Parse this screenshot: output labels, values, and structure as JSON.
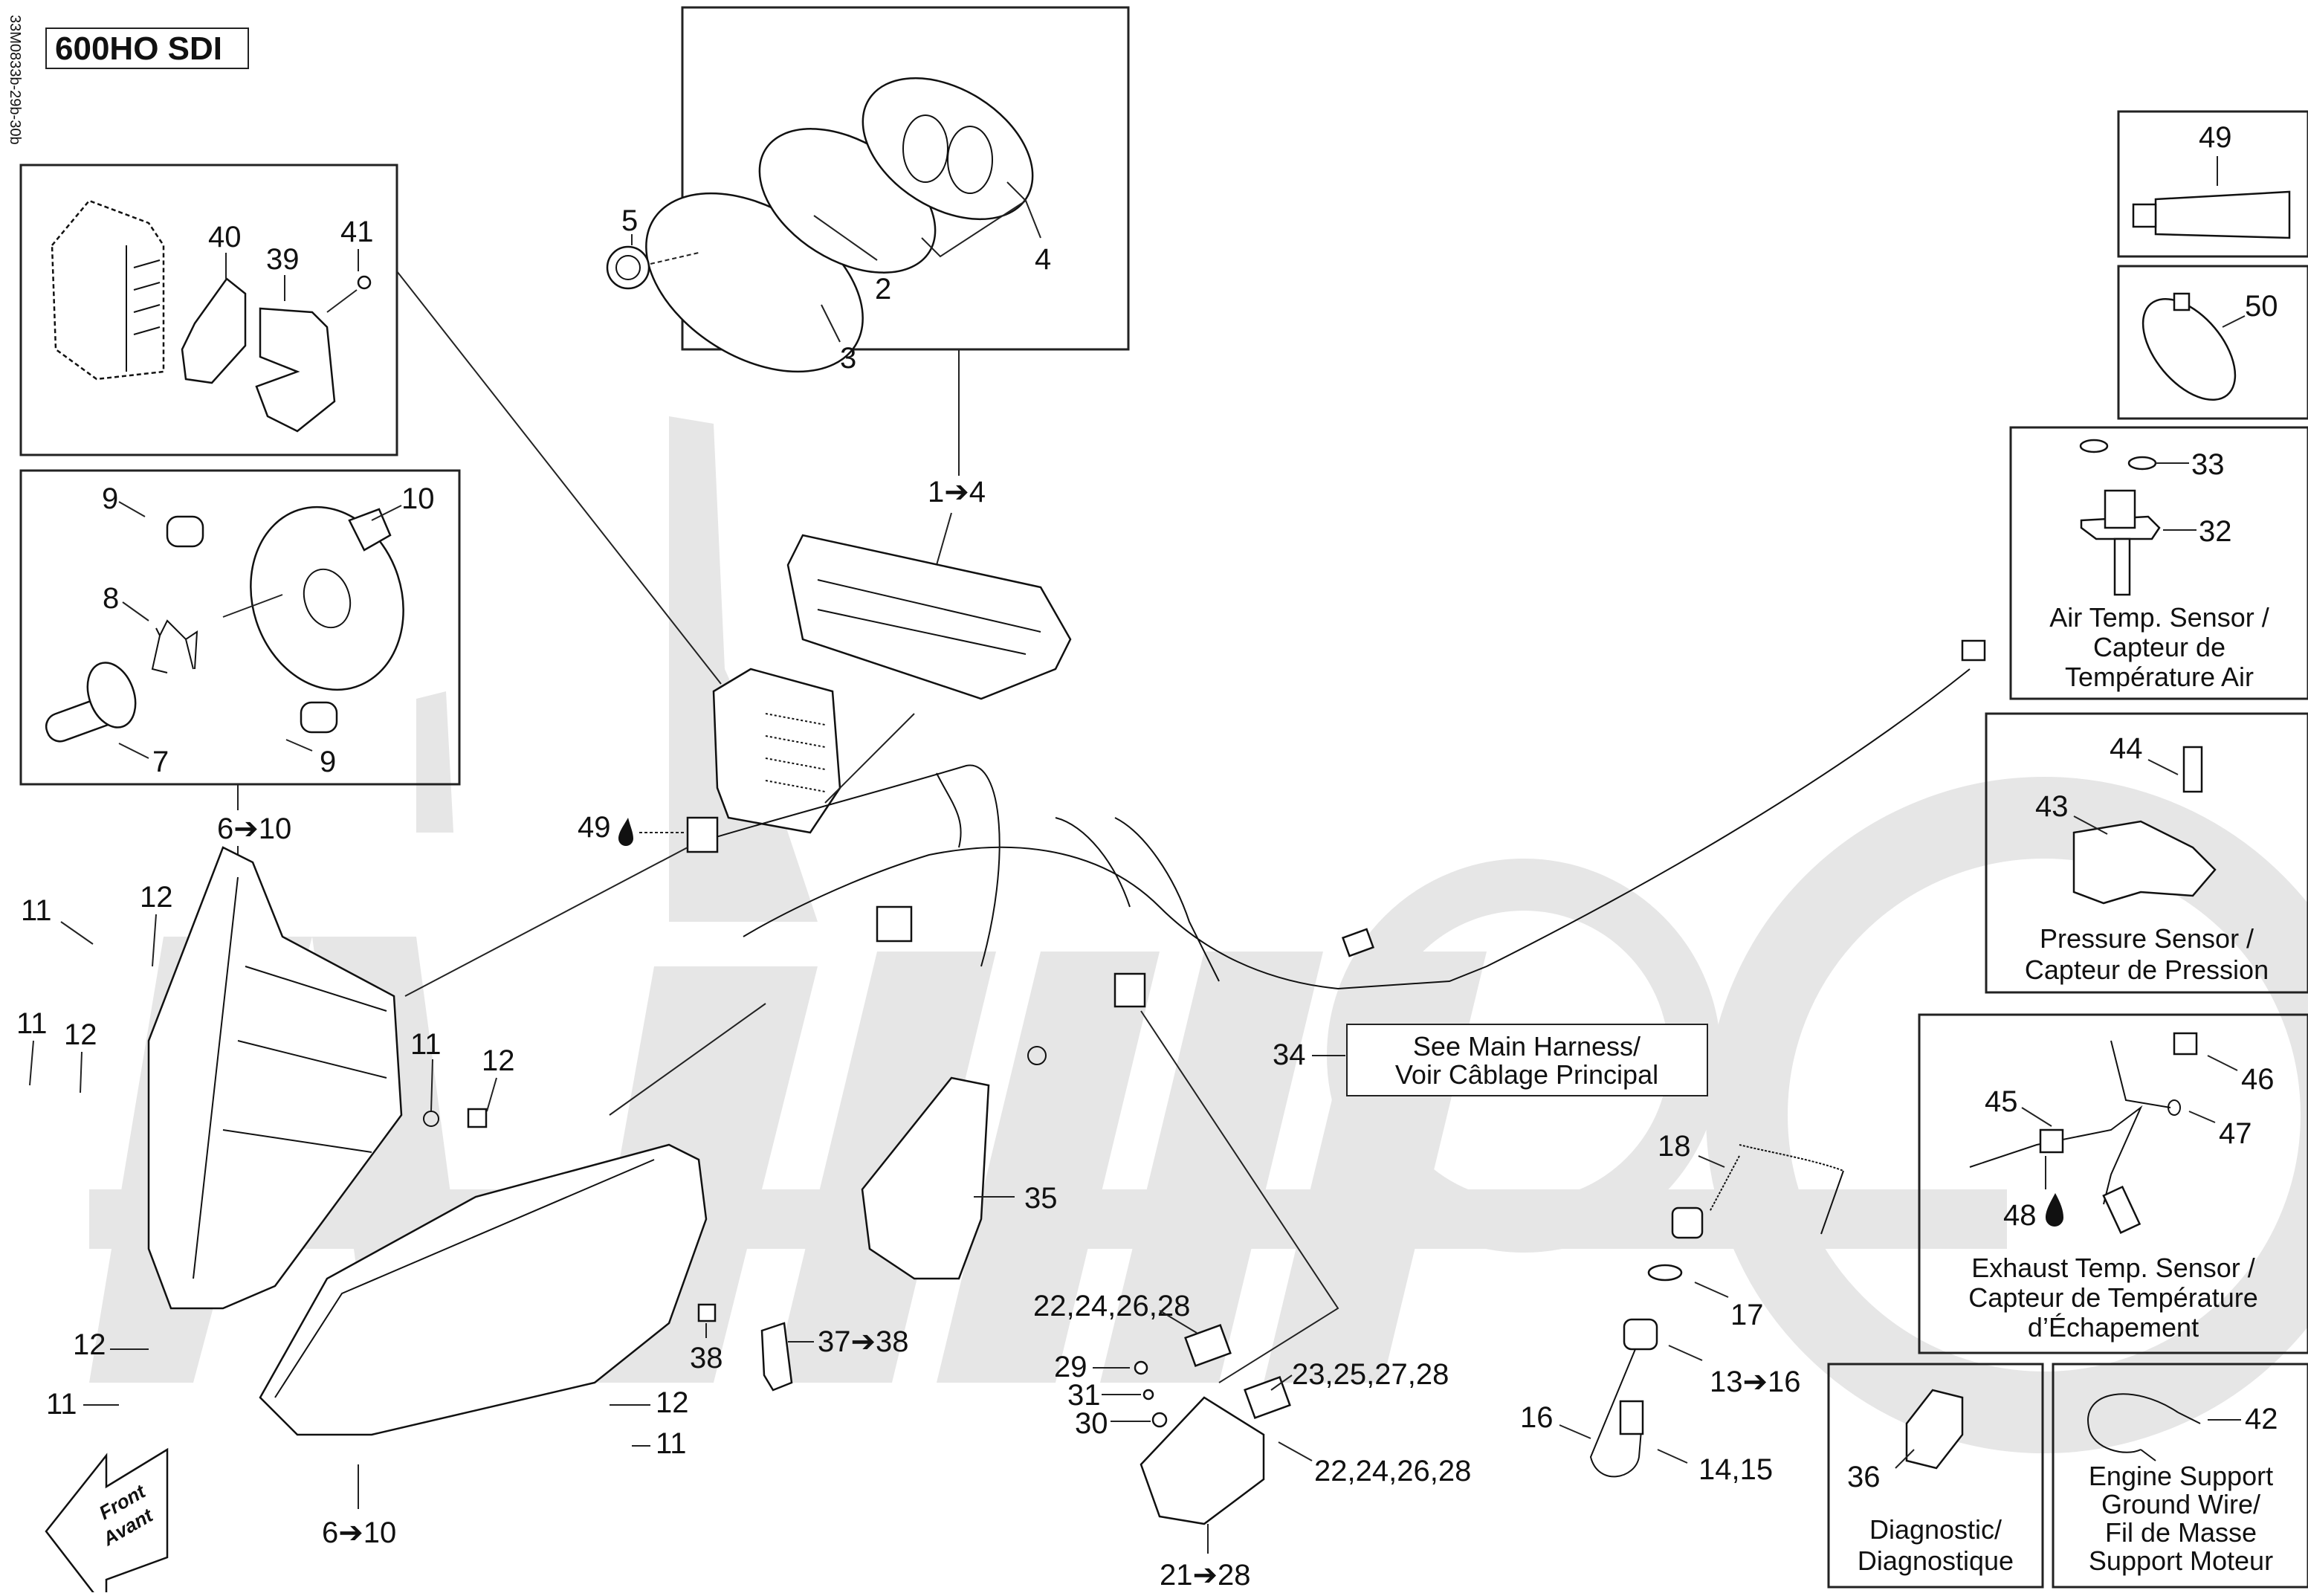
{
  "header": {
    "model": "600HO SDI",
    "drawing_code": "33M0833b-29b-30b"
  },
  "watermark": {
    "text": "ArtMoto",
    "color": "#e6e6e6"
  },
  "front_arrow": {
    "line1": "Front",
    "line2": "Avant"
  },
  "callouts": {
    "c1_4": "1➔4",
    "c2": "2",
    "c3": "3",
    "c4": "4",
    "c5": "5",
    "c6_10_top": "6➔10",
    "c6_10_bottom": "6➔10",
    "c7": "7",
    "c8": "8",
    "c9a": "9",
    "c9b": "9",
    "c10": "10",
    "c11a": "11",
    "c11b": "11",
    "c11c": "11",
    "c11d": "11",
    "c11e": "11",
    "c12a": "12",
    "c12b": "12",
    "c12c": "12",
    "c12d": "12",
    "c12e": "12",
    "c13_16": "13➔16",
    "c14_15": "14,15",
    "c16": "16",
    "c17": "17",
    "c18": "18",
    "c21_28": "21➔28",
    "c22_top": "22,24,26,28",
    "c22_bottom": "22,24,26,28",
    "c23": "23,25,27,28",
    "c29": "29",
    "c30": "30",
    "c31": "31",
    "c32": "32",
    "c33": "33",
    "c34": "34",
    "c35": "35",
    "c36": "36",
    "c37_38": "37➔38",
    "c38": "38",
    "c39": "39",
    "c40": "40",
    "c41": "41",
    "c42": "42",
    "c43": "43",
    "c44": "44",
    "c45": "45",
    "c46": "46",
    "c47": "47",
    "c48": "48",
    "c49_panel": "49",
    "c49_main": "49",
    "c50": "50"
  },
  "notes": {
    "main_harness_line1": "See Main Harness/",
    "main_harness_line2": "Voir Câblage Principal"
  },
  "panels": {
    "air_temp": {
      "line1": "Air Temp. Sensor /",
      "line2": "Capteur de",
      "line3": "Température Air"
    },
    "pressure": {
      "line1": "Pressure Sensor /",
      "line2": "Capteur de Pression"
    },
    "exhaust_temp": {
      "line1": "Exhaust Temp. Sensor /",
      "line2": "Capteur de Température",
      "line3": "d’Échapement"
    },
    "diagnostic": {
      "line1": "Diagnostic/",
      "line2": "Diagnostique"
    },
    "ground_wire": {
      "line1": "Engine Support",
      "line2": "Ground Wire/",
      "line3": "Fil de Masse",
      "line4": "Support Moteur"
    }
  },
  "icons": {
    "lubricant_drop": "drop-icon",
    "arrow_range": "arrow-right-icon"
  }
}
